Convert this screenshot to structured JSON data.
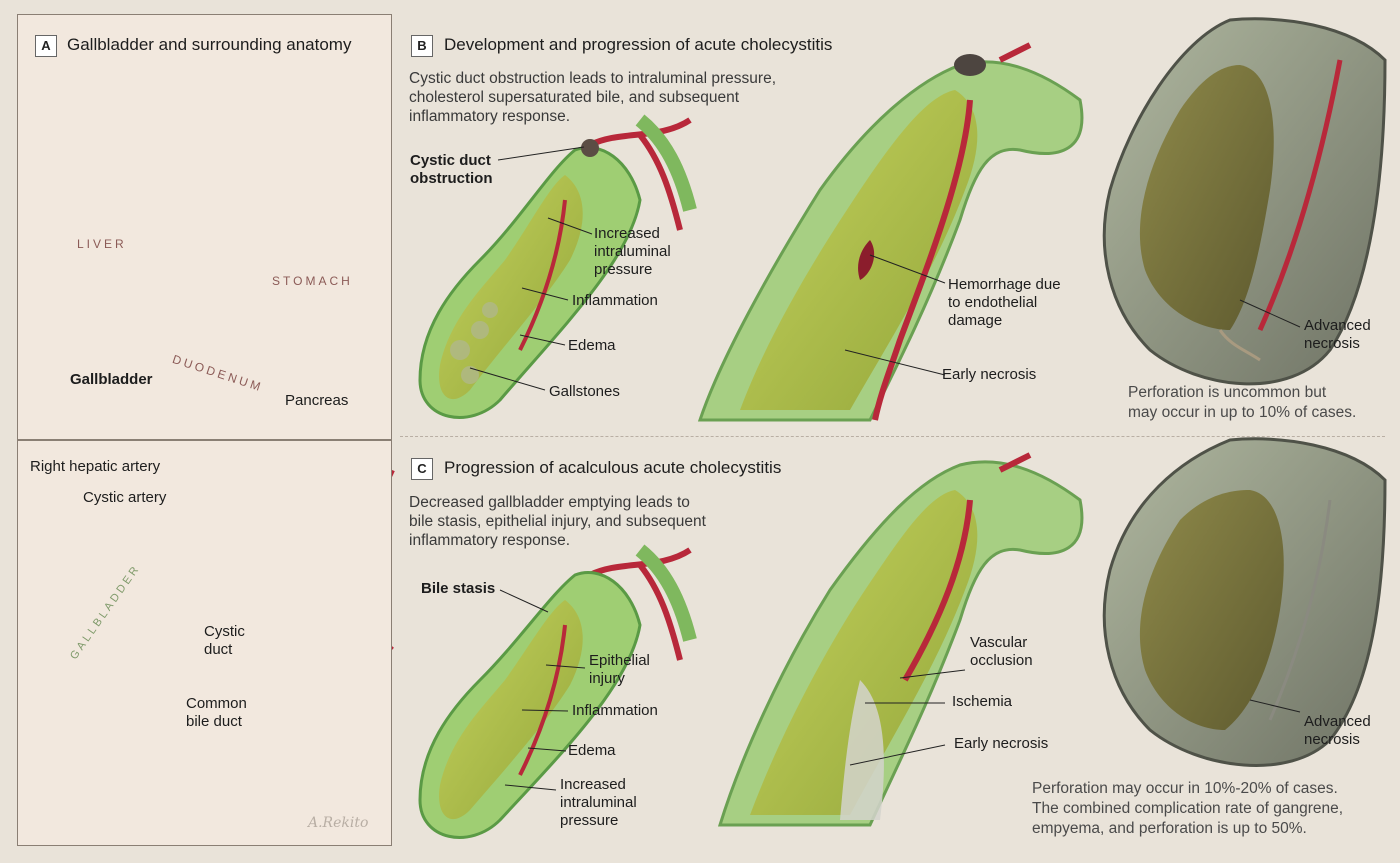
{
  "panel_a": {
    "badge": "A",
    "title": "Gallbladder and surrounding anatomy",
    "organs": {
      "liver": "LIVER",
      "stomach": "STOMACH",
      "duodenum": "DUODENUM",
      "gallbladder_text": "GALLBLADDER"
    },
    "labels": {
      "gallbladder": "Gallbladder",
      "pancreas": "Pancreas",
      "right_hepatic_artery": "Right hepatic artery",
      "cystic_artery": "Cystic artery",
      "cystic_duct": "Cystic\nduct",
      "common_bile_duct": "Common\nbile duct"
    },
    "signature": "A.Rekito"
  },
  "panel_b": {
    "badge": "B",
    "title": "Development and progression of acute cholecystitis",
    "description": "Cystic duct obstruction leads to intraluminal pressure,\ncholesterol supersaturated bile, and subsequent\ninflammatory response.",
    "labels": {
      "cystic_duct_obstruction": "Cystic duct\nobstruction",
      "increased_pressure": "Increased\nintraluminal\npressure",
      "inflammation": "Inflammation",
      "edema": "Edema",
      "gallstones": "Gallstones",
      "hemorrhage": "Hemorrhage due\nto endothelial\ndamage",
      "early_necrosis": "Early necrosis",
      "advanced_necrosis": "Advanced\nnecrosis"
    },
    "note": "Perforation is uncommon but\nmay occur in up to 10% of cases."
  },
  "panel_c": {
    "badge": "C",
    "title": "Progression of acalculous acute cholecystitis",
    "description": "Decreased gallbladder emptying leads to\nbile stasis, epithelial injury, and subsequent\ninflammatory response.",
    "labels": {
      "bile_stasis": "Bile stasis",
      "epithelial_injury": "Epithelial\ninjury",
      "inflammation": "Inflammation",
      "edema": "Edema",
      "increased_pressure": "Increased\nintraluminal\npressure",
      "vascular_occlusion": "Vascular\nocclusion",
      "ischemia": "Ischemia",
      "early_necrosis": "Early necrosis",
      "advanced_necrosis": "Advanced\nnecrosis"
    },
    "note": "Perforation may occur in 10%-20% of cases.\nThe combined complication rate of gangrene,\nempyema, and perforation is up to 50%."
  },
  "colors": {
    "liver": "#c98a86",
    "stomach": "#e3b6b3",
    "gallbladder": "#7fb85e",
    "bile": "#a8b84a",
    "artery": "#b8283a",
    "necrotic": "#7a7a72",
    "background": "#e9e3d9"
  }
}
